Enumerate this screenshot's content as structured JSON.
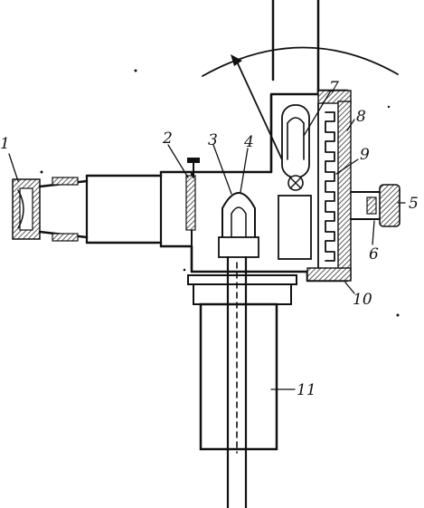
{
  "labels": [
    "1",
    "2",
    "3",
    "4",
    "7",
    "8",
    "9",
    "5",
    "6",
    "10",
    "11"
  ],
  "colors": {
    "ink": "#111111",
    "paper": "#ffffff",
    "hatch": "#333333"
  }
}
